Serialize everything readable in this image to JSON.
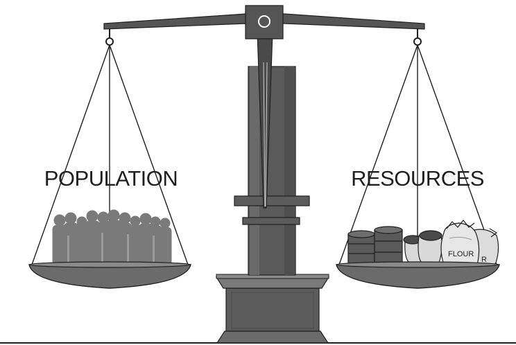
{
  "left_pan": {
    "label": "POPULATION"
  },
  "right_pan": {
    "label": "RESOURCES"
  },
  "sacks": [
    {
      "label": "FLOUR"
    },
    {
      "label": "R"
    }
  ],
  "colors": {
    "metal_dark": "#575757",
    "metal_mid": "#6b6b6b",
    "metal_light": "#8a8a8a",
    "crowd": "#7a7a7a",
    "outline": "#1f1f1f"
  }
}
